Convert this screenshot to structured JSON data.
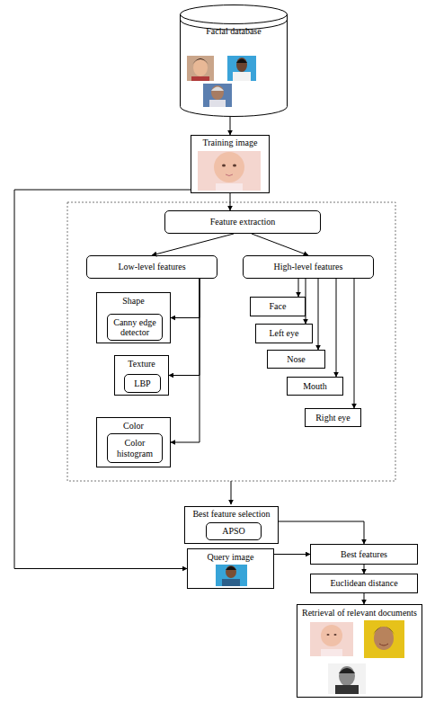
{
  "diagram": {
    "nodes": [
      {
        "text": [
          "Facial database"
        ]
      },
      {
        "text": [
          "Training image"
        ]
      },
      {
        "text": [
          "Feature extraction"
        ]
      },
      {
        "text": [
          "Low-level features"
        ]
      },
      {
        "text": [
          "High-level features"
        ]
      },
      {
        "text": [
          "Shape"
        ]
      },
      {
        "text": [
          "Canny edge detector"
        ],
        "in": 5
      },
      {
        "text": [
          "Texture"
        ]
      },
      {
        "text": [
          "LBP"
        ],
        "in": 7
      },
      {
        "text": [
          "Color"
        ]
      },
      {
        "text": [
          "Color histogram"
        ],
        "in": 9
      },
      {
        "text": [
          "Face"
        ]
      },
      {
        "text": [
          "Left eye"
        ]
      },
      {
        "text": [
          "Nose"
        ]
      },
      {
        "text": [
          "Mouth"
        ]
      },
      {
        "text": [
          "Right eye"
        ]
      },
      {
        "text": [
          "Best feature selection"
        ]
      },
      {
        "text": [
          "APSO"
        ],
        "in": 16
      },
      {
        "text": [
          "Query image"
        ]
      },
      {
        "text": [
          "Best features"
        ]
      },
      {
        "text": [
          "Euclidean distance"
        ]
      },
      {
        "text": [
          "Retrieval of relevant documents"
        ]
      }
    ],
    "edges": [
      {
        "from": 0,
        "to": 1,
        "arrow": "to"
      },
      {
        "from": 1,
        "to": 2,
        "arrow": "to"
      },
      {
        "from": 1,
        "to": 18,
        "arrow": "to"
      },
      {
        "from": 2,
        "to": 3,
        "arrow": "to"
      },
      {
        "from": 2,
        "to": 4,
        "arrow": "to"
      },
      {
        "from": 3,
        "to": 5,
        "arrow": "to"
      },
      {
        "from": 3,
        "to": 7,
        "arrow": "to"
      },
      {
        "from": 3,
        "to": 9,
        "arrow": "to"
      },
      {
        "from": 4,
        "to": 11,
        "arrow": "to"
      },
      {
        "from": 4,
        "to": 12,
        "arrow": "to"
      },
      {
        "from": 4,
        "to": 13,
        "arrow": "to"
      },
      {
        "from": 4,
        "to": 14,
        "arrow": "to"
      },
      {
        "from": 4,
        "to": 15,
        "arrow": "to"
      },
      {
        "from": 16,
        "to": 19,
        "arrow": "to"
      },
      {
        "from": 18,
        "to": 19,
        "arrow": "to"
      },
      {
        "from": 19,
        "to": 20,
        "arrow": "to"
      },
      {
        "from": 20,
        "to": 21,
        "arrow": "to"
      }
    ]
  }
}
